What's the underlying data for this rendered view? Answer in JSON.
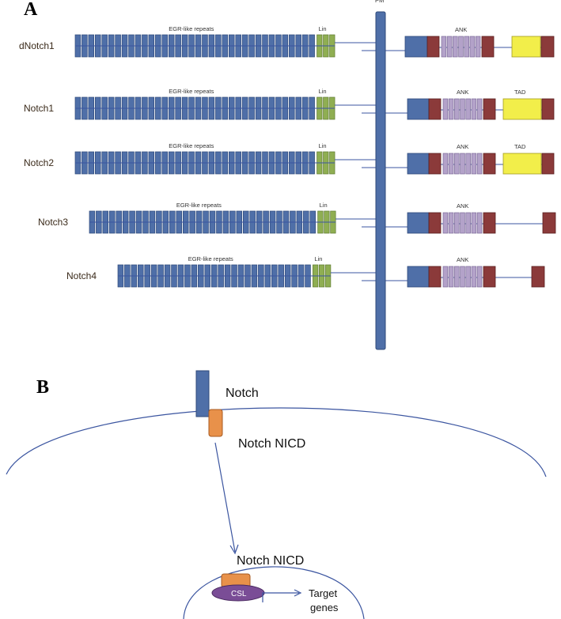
{
  "panel_a": {
    "letter": "A",
    "membrane_label": "PM",
    "rows": [
      {
        "name": "dNotch1",
        "egf_label": "EGR-like repeats",
        "lin_label": "Lin",
        "ank_label": "ANK",
        "tad_label": "",
        "egf_start": 95,
        "egf_count": 36,
        "pest": "pair-tad"
      },
      {
        "name": "Notch1",
        "egf_label": "EGR-like repeats",
        "lin_label": "Lin",
        "ank_label": "ANK",
        "tad_label": "TAD",
        "egf_start": 95,
        "egf_count": 36,
        "pest": "tad"
      },
      {
        "name": "Notch2",
        "egf_label": "EGR-like repeats",
        "lin_label": "Lin",
        "ank_label": "ANK",
        "tad_label": "TAD",
        "egf_start": 95,
        "egf_count": 36,
        "pest": "tad"
      },
      {
        "name": "Notch3",
        "egf_label": "EGR-like repeats",
        "lin_label": "Lin",
        "ank_label": "ANK",
        "tad_label": "",
        "egf_start": 113,
        "egf_count": 34,
        "pest": "end"
      },
      {
        "name": "Notch4",
        "egf_label": "EGR-like repeats",
        "lin_label": "Lin",
        "ank_label": "ANK",
        "tad_label": "",
        "egf_start": 149,
        "egf_count": 29,
        "pest": "short"
      }
    ]
  },
  "panel_b": {
    "letter": "B",
    "notch_label": "Notch",
    "nicd_label_membrane": "Notch NICD",
    "nicd_label_nucleus": "Notch NICD",
    "csl_label": "CSL",
    "target_label_line1": "Target",
    "target_label_line2": "genes"
  },
  "colors": {
    "egf": "#4f6fa8",
    "egf_edge": "#2f4a7a",
    "lin": "#8fae52",
    "ram": "#4f6fa8",
    "nls": "#8b3a3a",
    "ank": "#b3a2c9",
    "tad": "#f2ee4a",
    "membrane": "#4f6fa8",
    "line": "#3b55a0",
    "nicd": "#e8914a",
    "csl": "#7a4d96"
  }
}
